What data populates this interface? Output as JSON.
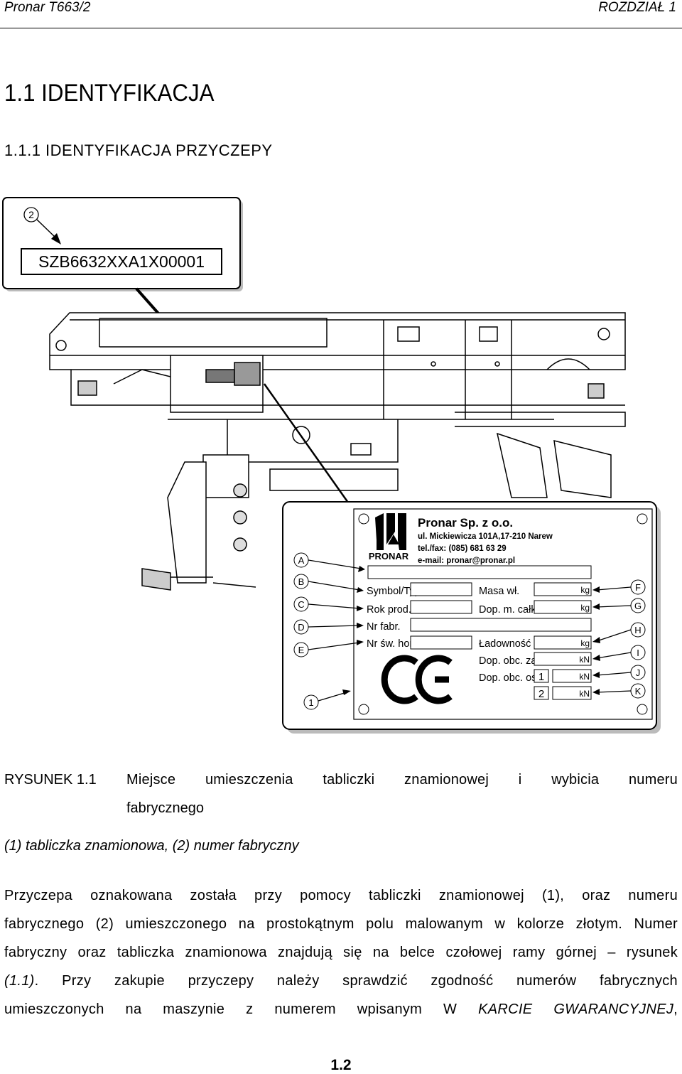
{
  "header": {
    "left": "Pronar T663/2",
    "right": "ROZDZIAŁ 1"
  },
  "section": {
    "title": "1.1 IDENTYFIKACJA",
    "subtitle": "1.1.1 IDENTYFIKACJA PRZYCZEPY"
  },
  "figure": {
    "serial_callout": "2",
    "serial_number": "SZB6632XXA1X00001",
    "plate": {
      "company": "Pronar Sp. z o.o.",
      "address": "ul. Mickiewicza 101A,17-210 Narew",
      "phone": "tel./fax: (085) 681 63 29",
      "email": "e-mail: pronar@pronar.pl",
      "logo_text": "PRONAR",
      "left_fields": [
        "Symbol/Typ",
        "Rok prod.",
        "Nr fabr.",
        "Nr św. hom."
      ],
      "right_fields": [
        "Masa wł.",
        "Dop. m. całk.",
        "Ładowność",
        "Dop. obc. zacz",
        "Dop. obc. osi"
      ],
      "units": [
        "kg",
        "kg",
        "kg",
        "kN",
        "kN",
        "kN"
      ],
      "axle_numbers": [
        "1",
        "2"
      ],
      "left_callouts": [
        "A",
        "B",
        "C",
        "D",
        "E"
      ],
      "right_callouts": [
        "F",
        "G",
        "H",
        "I",
        "J",
        "K"
      ],
      "plate_callout": "1"
    }
  },
  "caption": {
    "label": "RYSUNEK 1.1",
    "title_line1": "Miejsce umieszczenia tabliczki znamionowej i wybicia numeru",
    "title_line2": "fabrycznego",
    "legend": "(1) tabliczka znamionowa, (2) numer fabryczny"
  },
  "paragraph": {
    "lines": [
      "Przyczepa oznakowana została przy pomocy tabliczki znamionowej (1), oraz numeru",
      "fabrycznego (2) umieszczonego na prostokątnym polu malowanym w kolorze złotym. Numer",
      "fabryczny oraz tabliczka znamionowa znajdują się na belce czołowej ramy górnej – rysunek"
    ],
    "line4_ref": "(1.1)",
    "line4_rest": ". Przy zakupie przyczepy należy sprawdzić zgodność numerów fabrycznych",
    "line5_start": "umieszczonych na maszynie z numerem wpisanym W ",
    "line5_italic": "KARCIE GWARANCYJNEJ",
    "line5_end": ","
  },
  "footer": {
    "page_number": "1.2"
  }
}
